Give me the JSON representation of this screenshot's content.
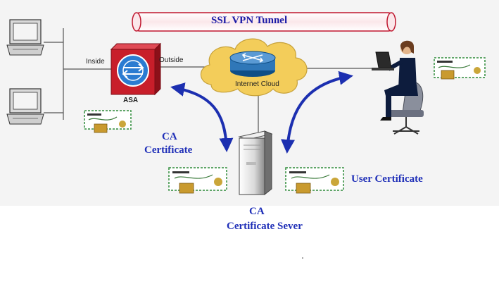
{
  "diagram": {
    "tunnel_label": "SSL VPN Tunnel",
    "inside_label": "Inside",
    "outside_label": "Outside",
    "asa_label": "ASA",
    "cloud_label": "Internet Cloud",
    "ca_cert_line1": "CA",
    "ca_cert_line2": "Certificate",
    "user_cert_label": "User Certificate",
    "server_line1": "CA",
    "server_line2": "Certificate Sever"
  },
  "colors": {
    "tunnel_stroke": "#c0172f",
    "tunnel_fill": "#fbe7ea",
    "arrow": "#1c2fb0",
    "label_blue": "#2030b8",
    "asa_red": "#c81e2a",
    "cloud": "#f3cd5a"
  }
}
